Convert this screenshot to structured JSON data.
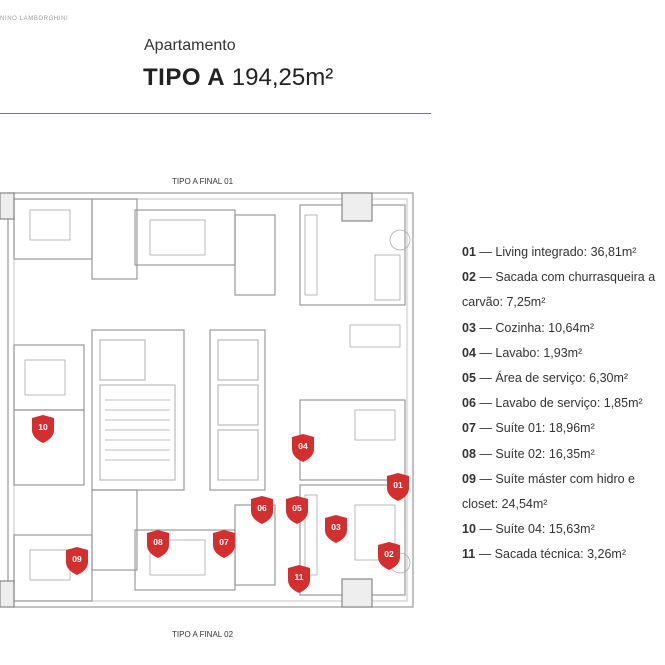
{
  "header": {
    "brand": "NINO LAMBORGHINI",
    "subtitle": "Apartamento",
    "title_bold": "TIPO A",
    "title_area": "194,25m²"
  },
  "plan": {
    "top_caption": "TIPO A   FINAL 01",
    "bottom_caption": "TIPO A   FINAL 02"
  },
  "legend": [
    {
      "num": "01",
      "text": "— Living integrado: 36,81m²"
    },
    {
      "num": "02",
      "text": "— Sacada com churrasqueira a"
    },
    {
      "num": "",
      "text": "carvão: 7,25m²"
    },
    {
      "num": "03",
      "text": "— Cozinha: 10,64m²"
    },
    {
      "num": "04",
      "text": "— Lavabo: 1,93m²"
    },
    {
      "num": "05",
      "text": "— Área de serviço: 6,30m²"
    },
    {
      "num": "06",
      "text": "— Lavabo de serviço: 1,85m²"
    },
    {
      "num": "07",
      "text": "— Suíte 01: 18,96m²"
    },
    {
      "num": "08",
      "text": "— Suíte 02: 16,35m²"
    },
    {
      "num": "09",
      "text": "— Suíte máster com hidro e"
    },
    {
      "num": "",
      "text": "closet: 24,54m²"
    },
    {
      "num": "10",
      "text": "— Suíte 04: 15,63m²"
    },
    {
      "num": "11",
      "text": "— Sacada técnica: 3,26m²"
    }
  ],
  "markers": [
    "10",
    "04",
    "01",
    "06",
    "05",
    "03",
    "08",
    "07",
    "09",
    "02",
    "11"
  ],
  "colors": {
    "accent": "#c8553d",
    "marker": "#d32f2f"
  }
}
